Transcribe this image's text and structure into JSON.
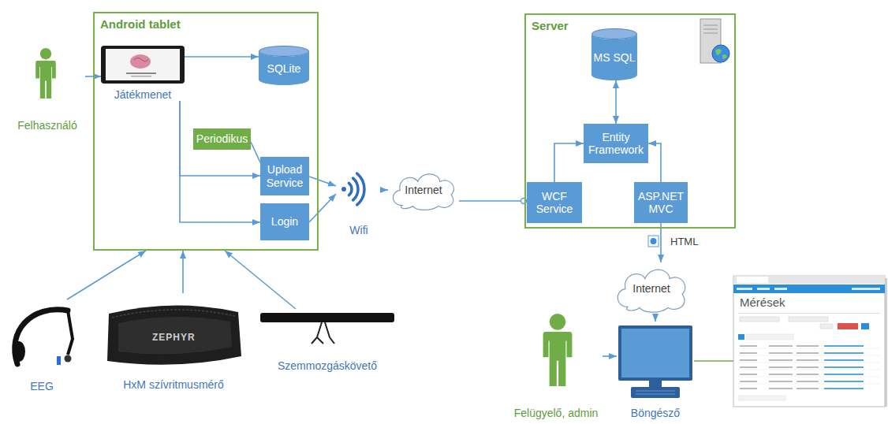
{
  "diagram": {
    "nodes": [
      {
        "text": [
          "Felhasználó"
        ]
      },
      {
        "text": [
          "Android tablet"
        ]
      },
      {
        "text": [
          "Játékmenet"
        ],
        "in": 1
      },
      {
        "text": [
          "SQLite"
        ],
        "in": 1
      },
      {
        "text": [
          "Periodikus"
        ],
        "in": 1
      },
      {
        "text": [
          "Upload Service"
        ],
        "in": 1
      },
      {
        "text": [
          "Login"
        ],
        "in": 1
      },
      {
        "text": [
          "Wifi"
        ]
      },
      {
        "text": [
          "Internet"
        ]
      },
      {
        "text": [
          "Server"
        ]
      },
      {
        "text": [
          "MS SQL"
        ],
        "in": 9
      },
      {
        "text": [
          "Entity Framework"
        ],
        "in": 9
      },
      {
        "text": [
          "WCF Service"
        ],
        "in": 9
      },
      {
        "text": [
          "ASP.NET MVC"
        ],
        "in": 9
      },
      {
        "text": [
          "Internet"
        ]
      },
      {
        "text": [
          "Mérések"
        ]
      },
      {
        "text": [
          "EEG"
        ]
      },
      {
        "text": [
          "HxM szívritmusmérő"
        ]
      },
      {
        "text": [
          "Szemmozgáskövető"
        ]
      },
      {
        "text": [
          "Felügyelő, admin"
        ]
      },
      {
        "text": [
          "Böngésző"
        ]
      }
    ],
    "edges": [
      {
        "from": 0,
        "to": 2,
        "arrow": "to"
      },
      {
        "from": 2,
        "to": 3,
        "arrow": "to"
      },
      {
        "from": 2,
        "to": 5,
        "arrow": "to"
      },
      {
        "from": 2,
        "to": 6,
        "arrow": "to"
      },
      {
        "from": 4,
        "to": 5,
        "arrow": "none"
      },
      {
        "from": 5,
        "to": 7,
        "arrow": "to"
      },
      {
        "from": 6,
        "to": 7,
        "arrow": "to"
      },
      {
        "from": 7,
        "to": 8,
        "arrow": "to"
      },
      {
        "from": 8,
        "to": 12,
        "arrow": "none"
      },
      {
        "from": 11,
        "to": 10,
        "arrow": "both"
      },
      {
        "from": 12,
        "to": 11,
        "arrow": "to"
      },
      {
        "from": 13,
        "to": 11,
        "arrow": "to"
      },
      {
        "from": 13,
        "to": 14,
        "label": "HTML",
        "arrow": "to"
      },
      {
        "from": 14,
        "to": 20,
        "arrow": "to"
      },
      {
        "from": 19,
        "to": 20,
        "arrow": "to"
      },
      {
        "from": 20,
        "to": 15,
        "arrow": "none"
      },
      {
        "from": 16,
        "to": 1,
        "arrow": "to"
      },
      {
        "from": 17,
        "to": 1,
        "arrow": "to"
      },
      {
        "from": 18,
        "to": 1,
        "arrow": "to"
      }
    ],
    "labels": [
      "ZEPHYR"
    ]
  }
}
